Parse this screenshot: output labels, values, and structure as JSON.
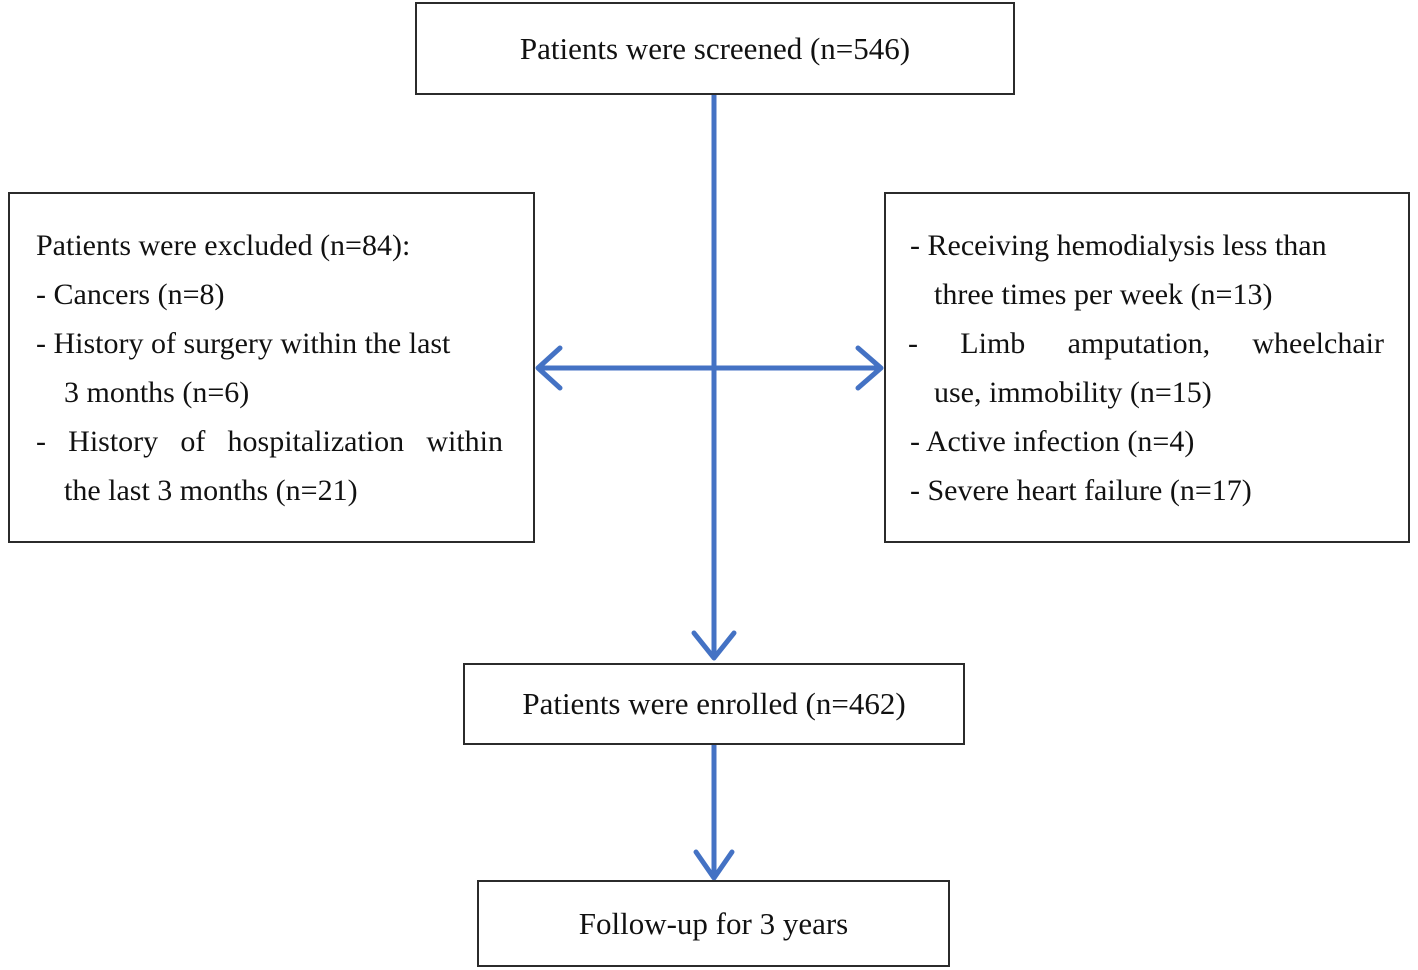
{
  "figure": {
    "type": "flowchart",
    "kind": "patient-enrollment-consort-diagram",
    "accent_color": "#4472C4",
    "border_color": "#2b2b2b",
    "background_color": "#ffffff",
    "text_color": "#111111"
  },
  "nodes": {
    "screened": {
      "label": "Patients were screened (n=546)",
      "n": 546
    },
    "excluded_left": {
      "heading": "Patients were excluded (n=84):",
      "n_total": 84,
      "lines": [
        "- Cancers (n=8)",
        "- History of surgery within the last",
        "3 months (n=6)",
        "- History of hospitalization within",
        "the last 3 months (n=21)"
      ],
      "items": [
        {
          "text": "Cancers",
          "n": 8
        },
        {
          "text": "History of surgery within the last 3 months",
          "n": 6
        },
        {
          "text": "History of hospitalization within the last 3 months",
          "n": 21
        }
      ],
      "justified_line_words": [
        "-",
        "History",
        "of",
        "hospitalization",
        "within"
      ]
    },
    "excluded_right": {
      "lines": [
        "- Receiving hemodialysis less than",
        "three times per week (n=13)",
        "-  Limb  amputation,  wheelchair",
        "use, immobility (n=15)",
        "- Active infection (n=4)",
        "- Severe heart failure (n=17)"
      ],
      "items": [
        {
          "text": "Receiving hemodialysis less than three times per week",
          "n": 13
        },
        {
          "text": "Limb amputation, wheelchair use, immobility",
          "n": 15
        },
        {
          "text": "Active infection",
          "n": 4
        },
        {
          "text": "Severe heart failure",
          "n": 17
        }
      ],
      "justified_line_words": [
        "-",
        "Limb",
        "amputation,",
        "wheelchair"
      ]
    },
    "enrolled": {
      "label": "Patients were enrolled (n=462)",
      "n": 462
    },
    "followup": {
      "label": "Follow-up for 3 years",
      "years": 3
    }
  },
  "connectors": [
    {
      "name": "screened-to-split",
      "from": "screened",
      "to": "split-point",
      "style": "line"
    },
    {
      "name": "split-to-left-exclusions",
      "from": "split-point",
      "to": "excluded_left",
      "style": "arrow-left"
    },
    {
      "name": "split-to-right-exclusions",
      "from": "split-point",
      "to": "excluded_right",
      "style": "arrow-right"
    },
    {
      "name": "split-to-enrolled",
      "from": "split-point",
      "to": "enrolled",
      "style": "arrow-down"
    },
    {
      "name": "enrolled-to-followup",
      "from": "enrolled",
      "to": "followup",
      "style": "arrow-down"
    }
  ]
}
